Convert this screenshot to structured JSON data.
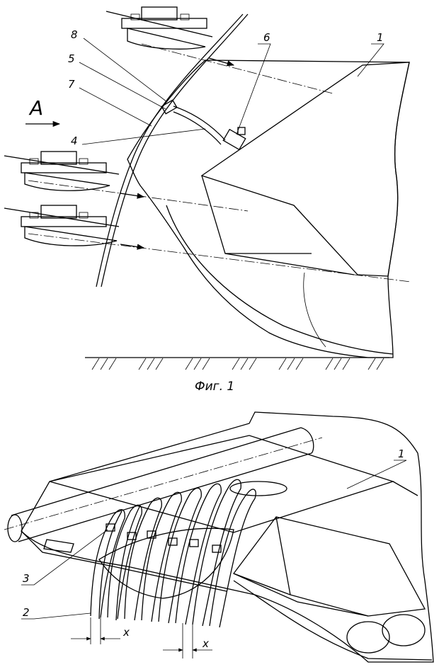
{
  "figure1": {
    "caption": "Фиг. 1",
    "view_marker": "A",
    "callouts": [
      "8",
      "5",
      "7",
      "4",
      "6",
      "1"
    ]
  },
  "figure2": {
    "callouts": [
      "1",
      "3",
      "2"
    ],
    "dimension_label": "x"
  }
}
